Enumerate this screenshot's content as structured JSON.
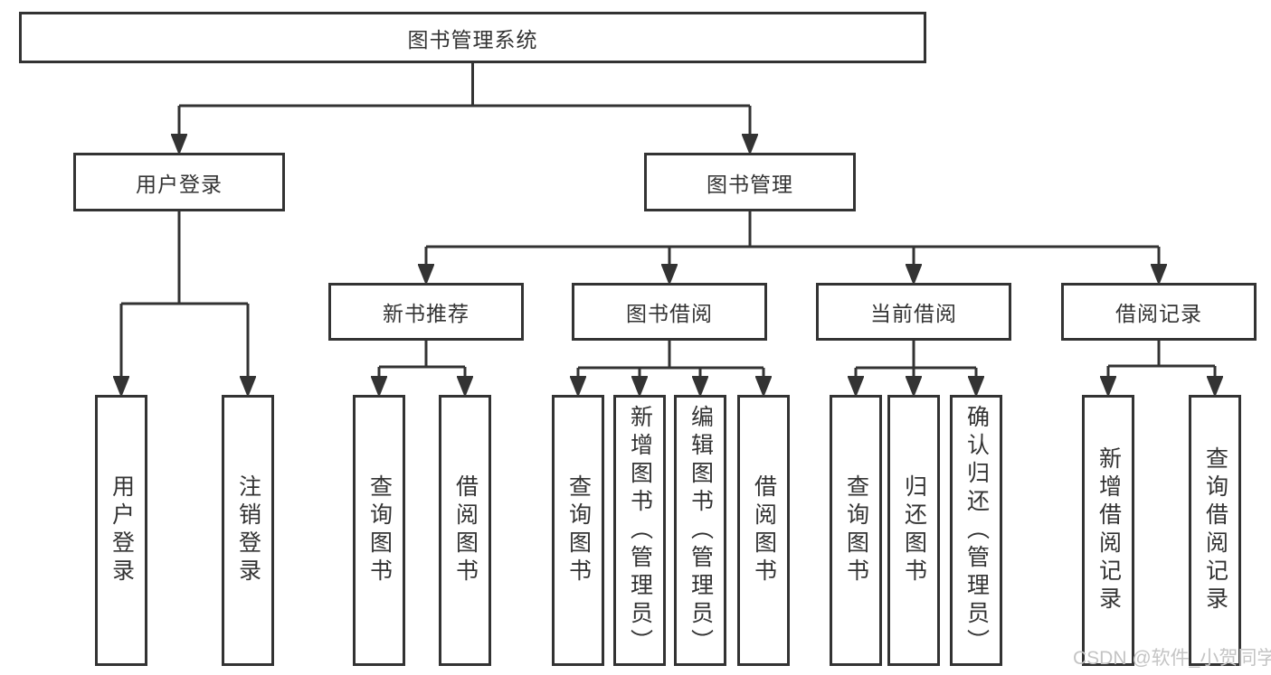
{
  "colors": {
    "line": "#333333",
    "text": "#333333",
    "watermark": "#c4c4c4",
    "canvas-bg": "#ffffff"
  },
  "watermark": {
    "text": "CSDN @软件_小贺同学"
  },
  "tree": {
    "root": {
      "label": "图书管理系统"
    },
    "branches": [
      {
        "label": "用户登录",
        "leaves": [
          {
            "label": "用户登录"
          },
          {
            "label": "注销登录"
          }
        ]
      },
      {
        "label": "图书管理",
        "sections": [
          {
            "label": "新书推荐",
            "leaves": [
              {
                "label": "查询图书"
              },
              {
                "label": "借阅图书"
              }
            ]
          },
          {
            "label": "图书借阅",
            "leaves": [
              {
                "label": "查询图书"
              },
              {
                "label": "新增图书（管理员）"
              },
              {
                "label": "编辑图书（管理员）"
              },
              {
                "label": "借阅图书"
              }
            ]
          },
          {
            "label": "当前借阅",
            "leaves": [
              {
                "label": "查询图书"
              },
              {
                "label": "归还图书"
              },
              {
                "label": "确认归还（管理员）"
              }
            ]
          },
          {
            "label": "借阅记录",
            "leaves": [
              {
                "label": "新增借阅记录"
              },
              {
                "label": "查询借阅记录"
              }
            ]
          }
        ]
      }
    ]
  }
}
